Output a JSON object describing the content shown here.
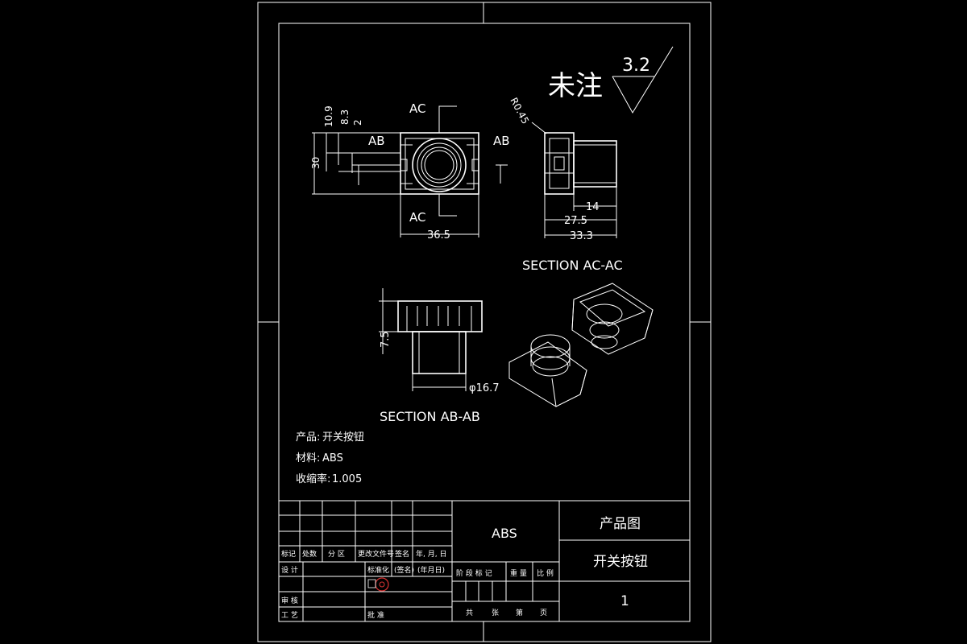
{
  "surface_finish": {
    "label": "未注",
    "value": "3.2"
  },
  "views": {
    "top": {
      "section_marks": [
        "AC",
        "AC",
        "AB",
        "AB"
      ],
      "dims": [
        "10.9",
        "8.3",
        "2",
        "30",
        "36.5"
      ]
    },
    "section_ac": {
      "title": "SECTION AC-AC",
      "radius": "R0.45",
      "dims": [
        "14",
        "27.5",
        "33.3"
      ]
    },
    "section_ab": {
      "title": "SECTION AB-AB",
      "dims": [
        "7.5",
        "φ16.7"
      ]
    }
  },
  "notes": [
    {
      "label": "产品:",
      "value": "开关按钮"
    },
    {
      "label": "材料:",
      "value": "ABS"
    },
    {
      "label": "收缩率:",
      "value": "1.005"
    }
  ],
  "title_block": {
    "material": "ABS",
    "drawing_type": "产品图",
    "part_name": "开关按钮",
    "sheet": "1",
    "row_headers": [
      "标记",
      "处数",
      "分 区",
      "更改文件号",
      "签名",
      "年, 月, 日"
    ],
    "left_labels": [
      "设 计",
      "审 核",
      "工 艺"
    ],
    "std_label": "标准化",
    "sign_label": "(签名)",
    "date_label": "(年月日)",
    "approve_label": "批 准",
    "stage_labels": [
      "阶 段 标 记",
      "重 量",
      "比 例"
    ],
    "sheet_labels": [
      "共",
      "张",
      "第",
      "页"
    ]
  }
}
